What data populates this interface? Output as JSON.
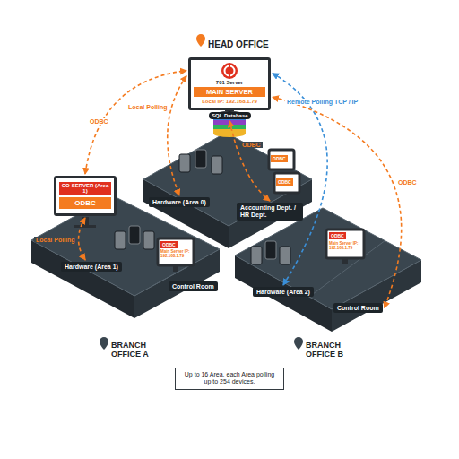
{
  "diagram": {
    "nodes": [
      {
        "text": [
          "701 Server",
          "MAIN SERVER",
          "Local IP: 192.168.1.79"
        ]
      },
      {
        "text": [
          "SQL Database"
        ]
      },
      {
        "text": [
          "Hardware (Area 0)"
        ]
      },
      {
        "text": [
          "Accounting Dept. / HR Dept."
        ]
      },
      {
        "text": [
          "CO-SERVER (Area 1)",
          "ODBC"
        ]
      },
      {
        "text": [
          "Hardware (Area 1)"
        ]
      },
      {
        "text": [
          "Control Room"
        ]
      },
      {
        "text": [
          "Hardware (Area 2)"
        ]
      },
      {
        "text": [
          "Control Room"
        ]
      },
      {
        "text": [
          "Up to 16 Area, each Area polling up to 254 devices."
        ]
      }
    ],
    "edges": [
      {
        "from": 0,
        "to": 2,
        "label": "Local Polling",
        "arrow": "both"
      },
      {
        "from": 1,
        "to": 3,
        "label": "ODBC",
        "arrow": "both"
      },
      {
        "from": 4,
        "to": 0,
        "label": "ODBC",
        "arrow": "both"
      },
      {
        "from": 0,
        "to": 7,
        "label": "Remote Polling TCP / IP",
        "arrow": "both"
      },
      {
        "from": 0,
        "to": 8,
        "label": "ODBC",
        "arrow": "both"
      },
      {
        "from": 4,
        "to": 5,
        "label": "Local Polling",
        "arrow": "both"
      }
    ],
    "labels": [
      "HEAD OFFICE",
      "BRANCH OFFICE A",
      "BRANCH OFFICE B",
      "ODBC",
      "ODBC",
      "ODBC",
      "Main Server IP: 192.168.1.79",
      "ODBC",
      "Main Server IP: 192.168.1.79"
    ]
  }
}
